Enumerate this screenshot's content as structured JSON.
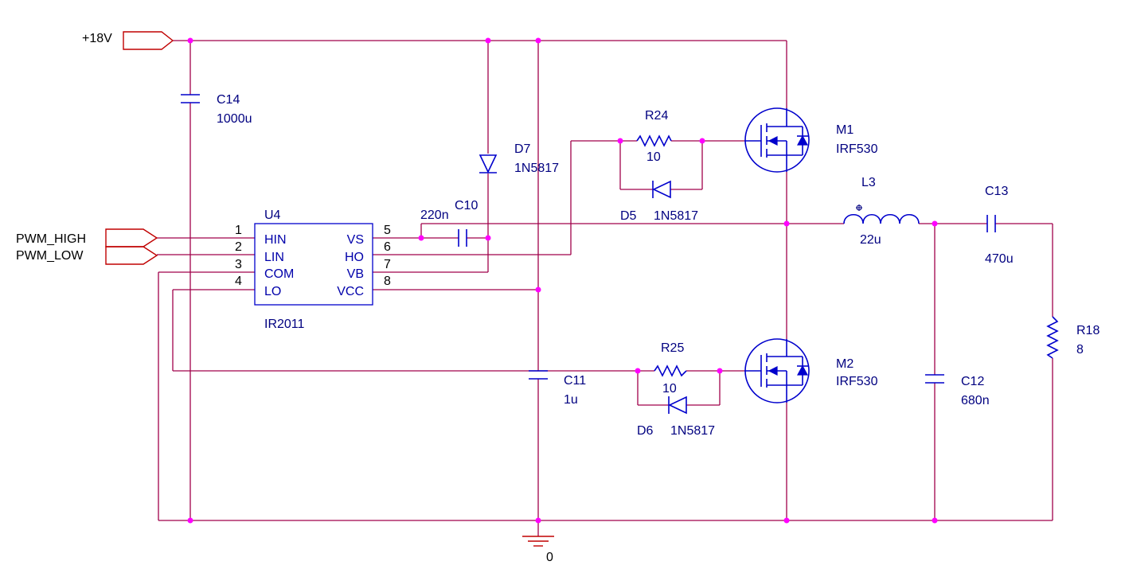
{
  "ports": {
    "vplus": "+18V",
    "pwm_high": "PWM_HIGH",
    "pwm_low": "PWM_LOW",
    "ground": "0"
  },
  "ic": {
    "ref": "U4",
    "part": "IR2011",
    "pins": [
      "1",
      "2",
      "3",
      "4",
      "5",
      "6",
      "7",
      "8"
    ],
    "left_pins": [
      "HIN",
      "LIN",
      "COM",
      "LO"
    ],
    "right_pins": [
      "VS",
      "HO",
      "VB",
      "VCC"
    ]
  },
  "components": {
    "c14": {
      "ref": "C14",
      "value": "1000u"
    },
    "d7": {
      "ref": "D7",
      "value": "1N5817"
    },
    "c10": {
      "ref": "C10",
      "value": "220n"
    },
    "r24": {
      "ref": "R24",
      "value": "10"
    },
    "d5": {
      "ref": "D5",
      "value": "1N5817"
    },
    "m1": {
      "ref": "M1",
      "value": "IRF530"
    },
    "l3": {
      "ref": "L3",
      "value": "22u"
    },
    "c13": {
      "ref": "C13",
      "value": "470u"
    },
    "r18": {
      "ref": "R18",
      "value": "8"
    },
    "c11": {
      "ref": "C11",
      "value": "1u"
    },
    "r25": {
      "ref": "R25",
      "value": "10"
    },
    "d6": {
      "ref": "D6",
      "value": "1N5817"
    },
    "m2": {
      "ref": "M2",
      "value": "IRF530"
    },
    "c12": {
      "ref": "C12",
      "value": "680n"
    }
  },
  "colors": {
    "wire": "#a0004a",
    "component": "#0000cc",
    "junction": "#ff00ff",
    "port": "#c00000",
    "label": "#000080"
  }
}
